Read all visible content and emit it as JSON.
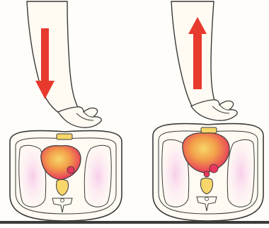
{
  "panels": [
    {
      "id": "compression",
      "arrow_direction": "down",
      "arrow_meaning": "compression"
    },
    {
      "id": "decompression",
      "arrow_direction": "up",
      "arrow_meaning": "release"
    }
  ],
  "colors": {
    "arrow": "#e8392d",
    "heart_outer": "#e8375c",
    "heart_inner": "#f7c84f",
    "outline": "#3a3a3a",
    "skin_fill": "#fffaf2",
    "lung_tint": "#f5d3ea",
    "floor": "#3b3b3b",
    "background": "#fefdf9"
  },
  "icons": [
    "down-arrow-icon",
    "up-arrow-icon"
  ]
}
